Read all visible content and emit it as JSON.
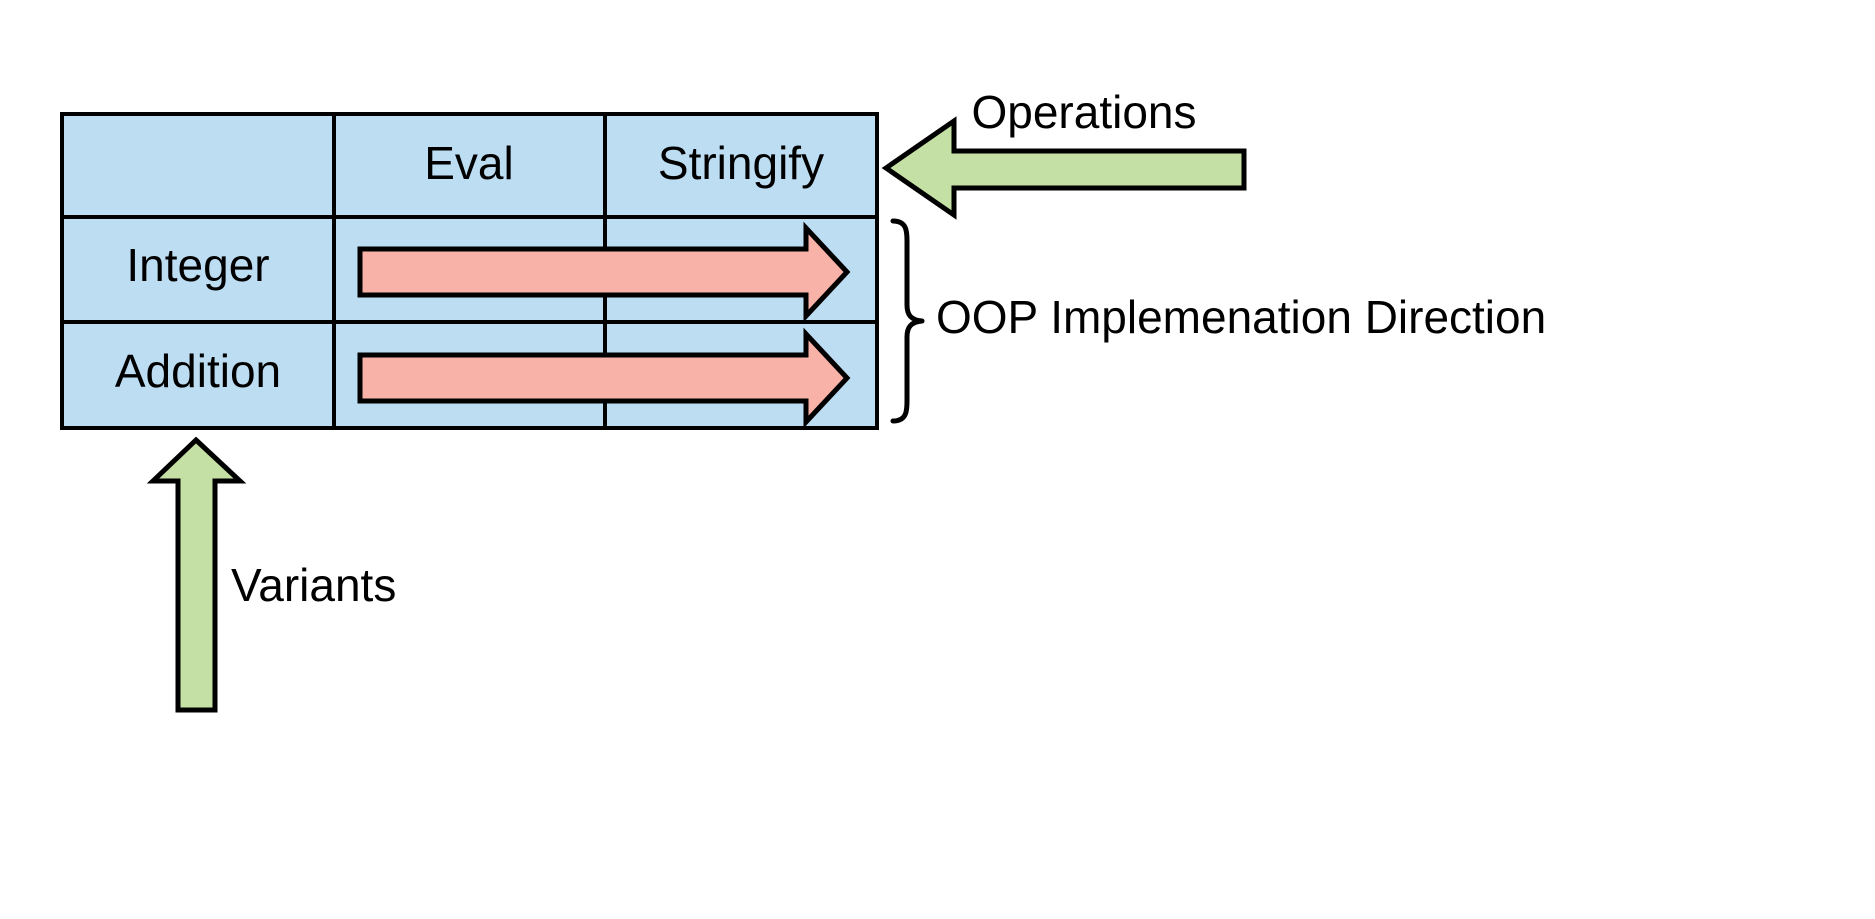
{
  "diagram": {
    "title": "OOP Implemenation Direction expression problem matrix",
    "background": "#ffffff"
  },
  "colors": {
    "table_cell_fill": "#bdddf3",
    "table_border": "#000000",
    "green_arrow_fill": "#c5e0a5",
    "red_arrow_fill": "#f9b2a8",
    "outline": "#000000",
    "text": "#000000"
  },
  "table": {
    "column_headers": [
      "",
      "Eval",
      "Stringify"
    ],
    "rows": [
      {
        "label": "Integer",
        "arrow": "right-arrow-eval-to-stringify"
      },
      {
        "label": "Addition",
        "arrow": "right-arrow-eval-to-stringify"
      }
    ]
  },
  "annotations": {
    "operations_label": "Operations",
    "variants_label": "Variants",
    "oop_direction_label": "OOP Implemenation Direction"
  },
  "icons": {
    "operations_arrow": "left-arrow-icon",
    "variants_arrow": "up-arrow-icon",
    "row_arrow": "right-arrow-icon",
    "brace": "curly-brace-icon"
  }
}
